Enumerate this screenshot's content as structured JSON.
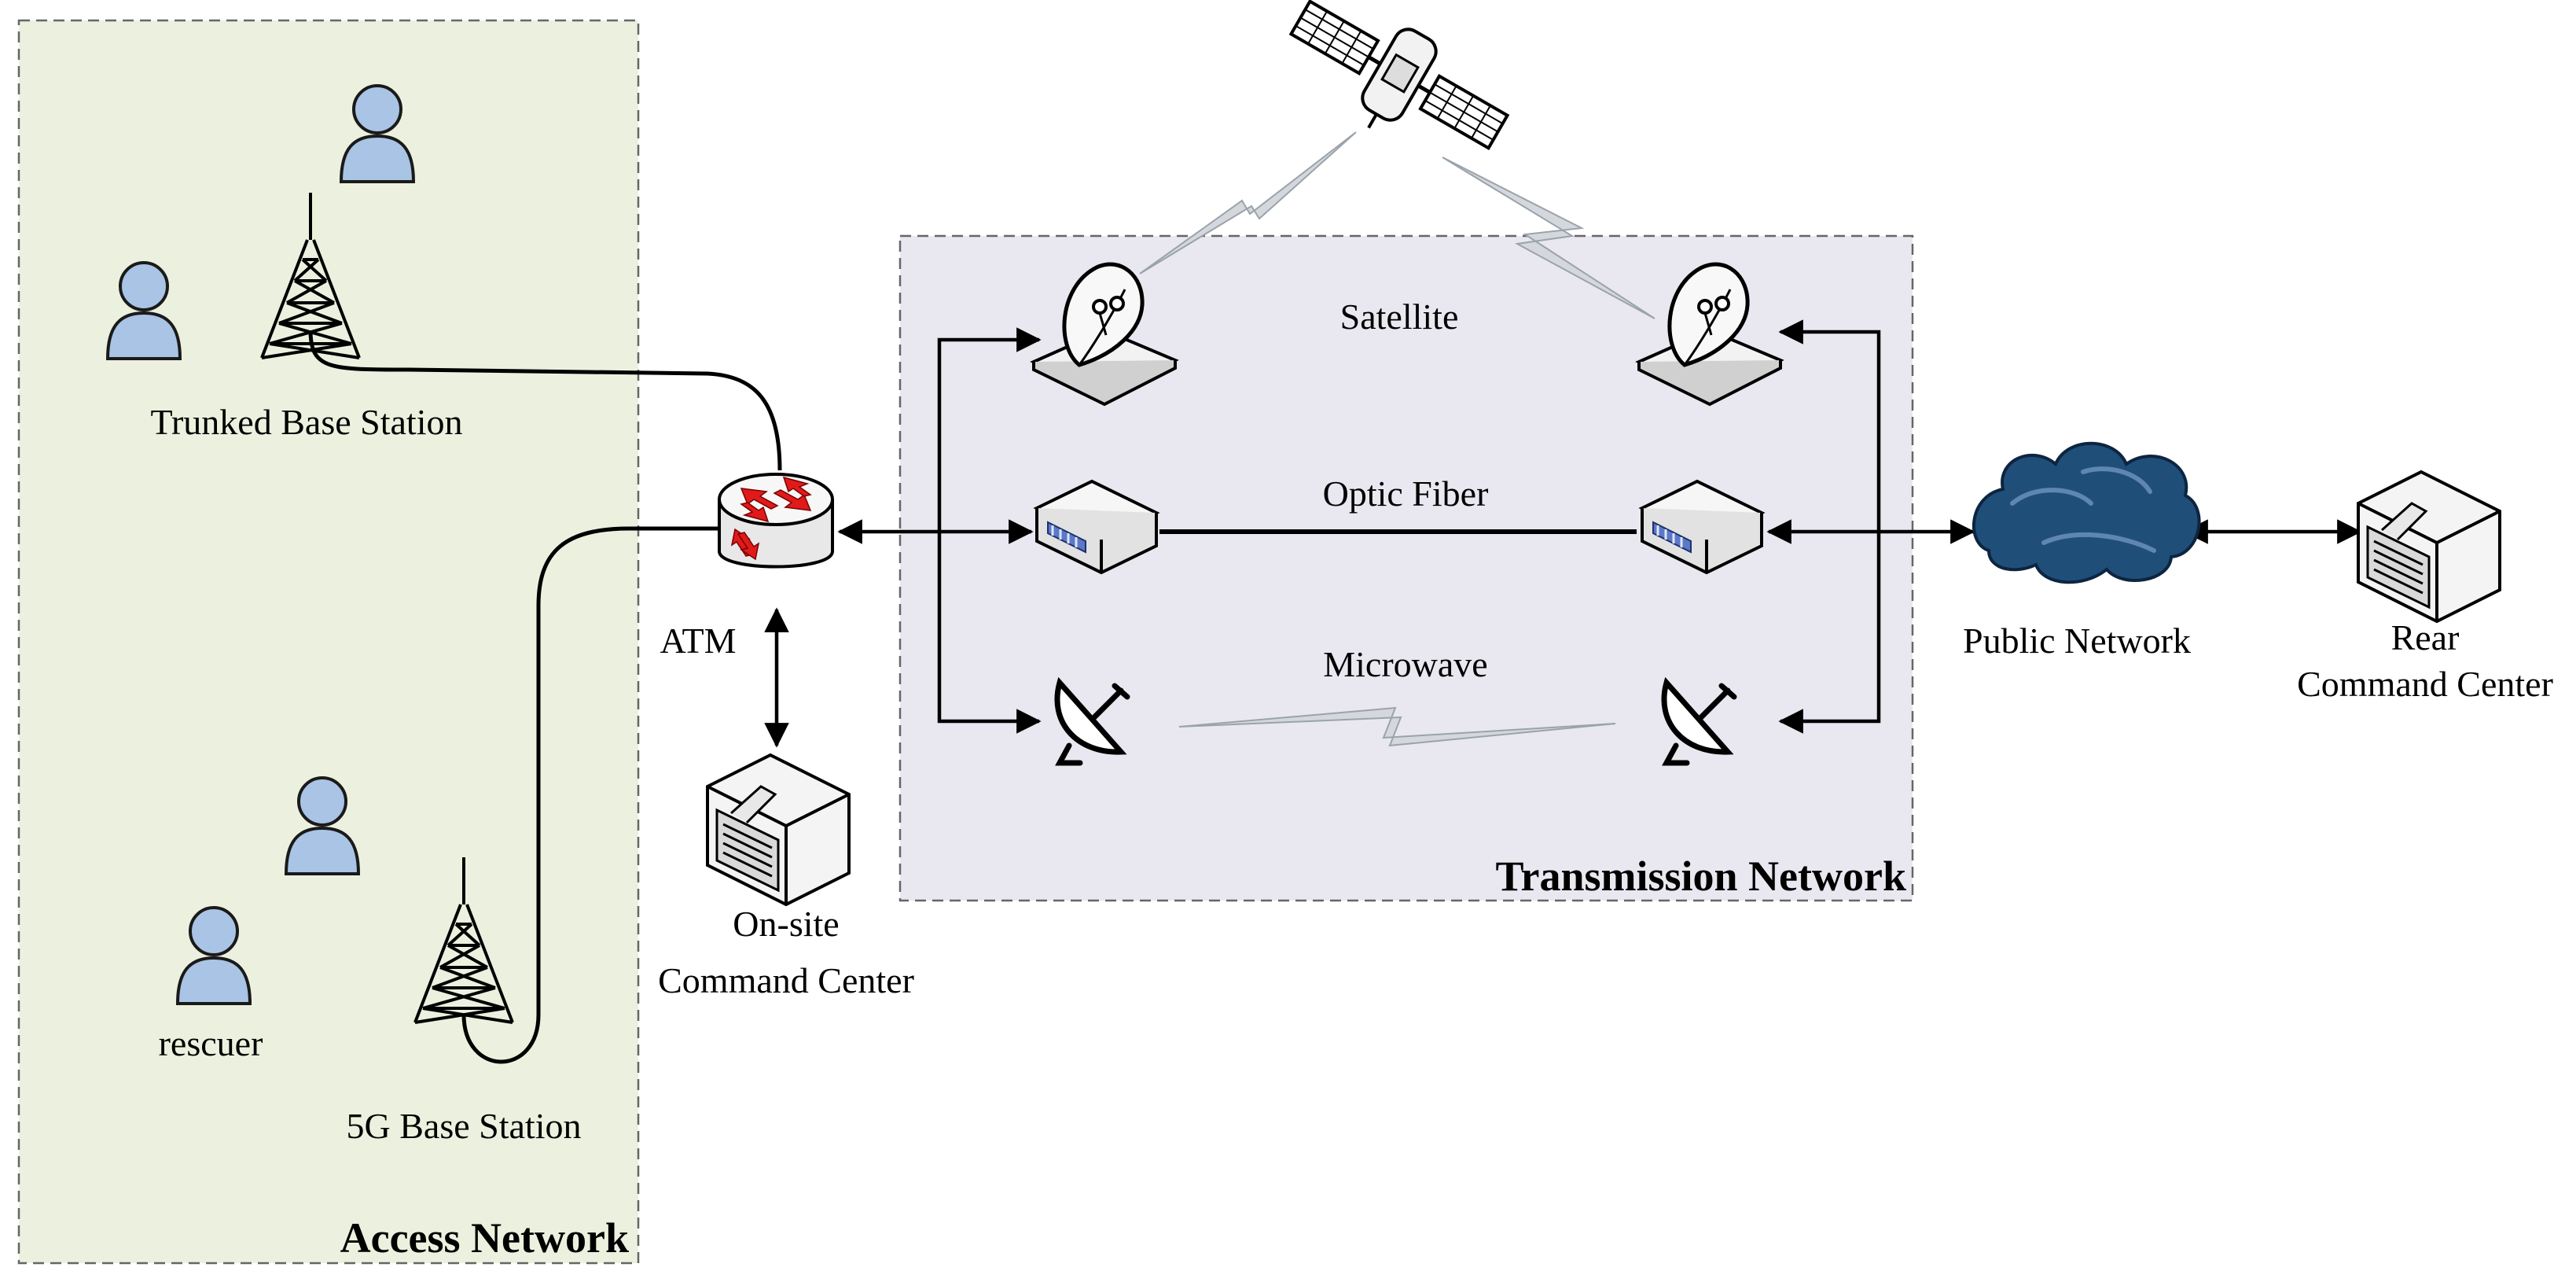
{
  "regions": {
    "access": "Access Network",
    "transmission": "Transmission Network"
  },
  "labels": {
    "trunked_base_station": "Trunked Base Station",
    "fiveg_base_station": "5G Base Station",
    "rescuer": "rescuer",
    "atm": "ATM",
    "onsite_line1": "On-site",
    "onsite_line2": "Command Center",
    "satellite": "Satellite",
    "optic_fiber": "Optic Fiber",
    "microwave": "Microwave",
    "public_network": "Public Network",
    "rear_line1": "Rear",
    "rear_line2": "Command Center"
  },
  "colors": {
    "access_fill": "#ebf1de",
    "transmission_fill": "#e9e8f0",
    "person_fill": "#a9c4e4",
    "router_arrows": "#e01a1a",
    "cloud_fill": "#1f4e79",
    "modem_lights": "#5b79c8"
  },
  "icons": [
    "person-icon",
    "tower-icon",
    "router-icon",
    "server-icon",
    "satellite-icon",
    "satellite-dish-icon",
    "modem-icon",
    "microwave-antenna-icon",
    "cloud-icon"
  ]
}
